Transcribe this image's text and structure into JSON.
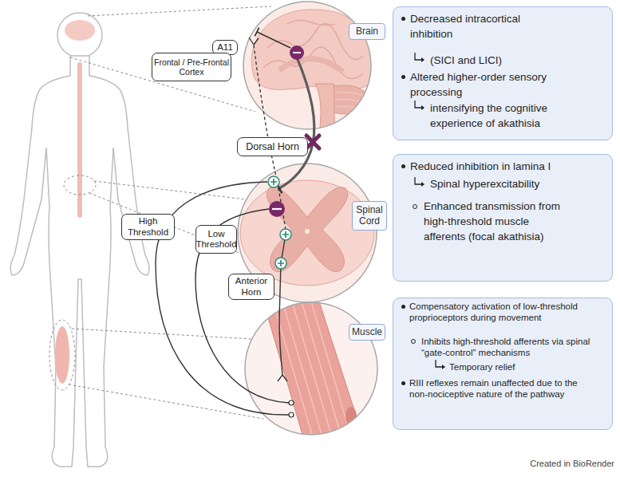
{
  "diagram": {
    "nodes": [
      {
        "text": [
          "Brain"
        ]
      },
      {
        "text": [
          "Decreased intracortical inhibition",
          "(SICI and LICI)",
          "Altered higher-order sensory processing",
          "intensifying the cognitive experience of akathisia"
        ]
      },
      {
        "text": [
          "A11"
        ]
      },
      {
        "text": [
          "Frontal / Pre-Frontal Cortex"
        ]
      },
      {
        "text": [
          "Dorsal Horn"
        ]
      },
      {
        "text": [
          "Spinal Cord"
        ]
      },
      {
        "text": [
          "Reduced inhibition in lamina I",
          "Spinal hyperexcitability",
          "Enhanced transmission from high-threshold muscle afferents (focal akathisia)"
        ]
      },
      {
        "text": [
          "High Threshold"
        ]
      },
      {
        "text": [
          "Low Threshold"
        ]
      },
      {
        "text": [
          "Anterior Horn"
        ]
      },
      {
        "text": [
          "Muscle"
        ]
      },
      {
        "text": [
          "Compensatory activation of low-threshold proprioceptors during movement",
          "Inhibits high-threshold afferents via spinal “gate-control” mechanisms",
          "Temporary relief",
          "RIII reflexes remain unaffected due to the non-nociceptive nature of the pathway"
        ]
      }
    ],
    "labels": [
      "Created in BioRender"
    ]
  }
}
